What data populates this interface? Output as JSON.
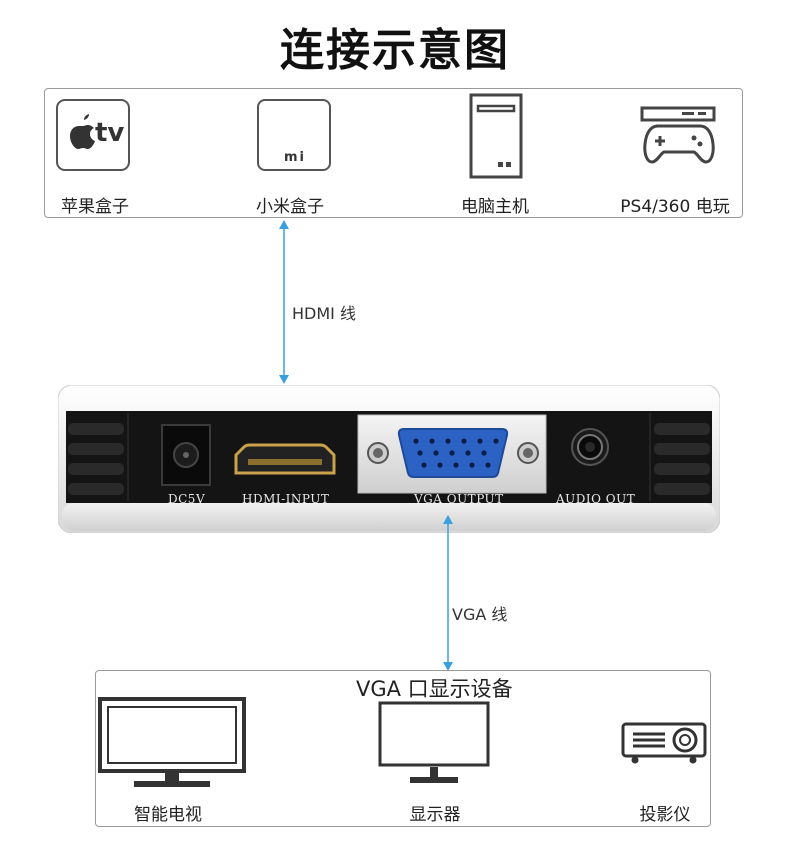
{
  "title": "连接示意图",
  "sources": {
    "apple_tv": {
      "label": "苹果盒子",
      "logo_text": "tv"
    },
    "mi_box": {
      "label": "小米盒子",
      "logo_text": "mi"
    },
    "pc_host": {
      "label": "电脑主机"
    },
    "console": {
      "label": "PS4/360 电玩"
    }
  },
  "links": {
    "hdmi": "HDMI 线",
    "vga": "VGA 线"
  },
  "device": {
    "ports": {
      "dc": "DC5V",
      "hdmi_in": "HDMI-INPUT",
      "vga_out": "VGA OUTPUT",
      "audio_out": "AUDIO OUT"
    }
  },
  "displays": {
    "heading": "VGA 口显示设备",
    "items": {
      "tv": "智能电视",
      "monitor": "显示器",
      "projector": "投影仪"
    }
  },
  "colors": {
    "arrow": "#3aa0dd",
    "device_body": "#141414",
    "vga_connector": "#2b62c4"
  }
}
